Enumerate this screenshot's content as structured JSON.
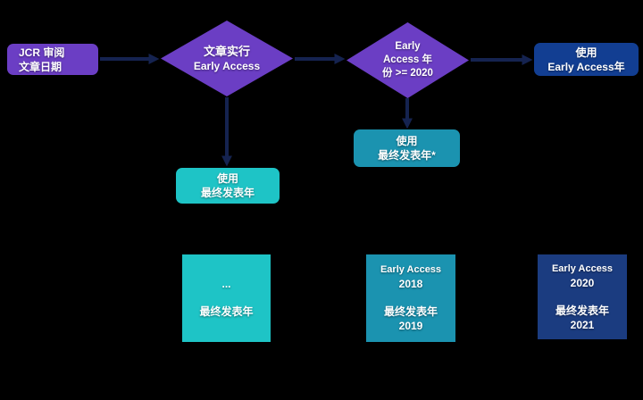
{
  "colors": {
    "background": "#000000",
    "purple": "#6B3EC4",
    "teal_bright": "#1EC4C6",
    "teal_dark": "#1B93B0",
    "navy_box": "#123E92",
    "navy_square": "#1B3C80",
    "arrow": "#152350",
    "text": "#FFFFFF"
  },
  "flow": {
    "start": {
      "line1": "JCR 审阅",
      "line2": "文章日期"
    },
    "decision_early_access": {
      "line1": "文章实行",
      "line2": "Early Access"
    },
    "decision_year": {
      "line1": "Early",
      "line2": "Access 年",
      "line3": "份 >= 2020"
    },
    "use_early_access_year": {
      "line1": "使用",
      "line2": "Early Access年"
    },
    "use_final_year": {
      "line1": "使用",
      "line2": "最终发表年"
    },
    "use_final_year_note": {
      "line1": "使用",
      "line2": "最终发表年*"
    }
  },
  "examples": [
    {
      "line1": "",
      "line2": "...",
      "line3": "最终发表年",
      "line4": "",
      "color": "#1EC4C6"
    },
    {
      "line1": "Early Access",
      "line2": "2018",
      "line3": "最终发表年",
      "line4": "2019",
      "color": "#1B93B0"
    },
    {
      "line1": "Early Access",
      "line2": "2020",
      "line3": "最终发表年",
      "line4": "2021",
      "color": "#1B3C80"
    }
  ]
}
